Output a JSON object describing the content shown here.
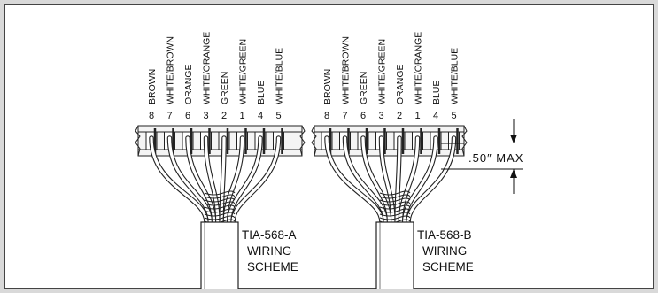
{
  "diagrams": [
    {
      "id": "a",
      "colors": [
        "BROWN",
        "WHITE/BROWN",
        "ORANGE",
        "WHITE/ORANGE",
        "GREEN",
        "WHITE/GREEN",
        "BLUE",
        "WHITE/BLUE"
      ],
      "pins": [
        "8",
        "7",
        "6",
        "3",
        "2",
        "1",
        "4",
        "5"
      ],
      "caption": [
        "TIA-568-A",
        "WIRING",
        "SCHEME"
      ]
    },
    {
      "id": "b",
      "colors": [
        "BROWN",
        "WHITE/BROWN",
        "GREEN",
        "WHITE/GREEN",
        "ORANGE",
        "WHITE/ORANGE",
        "BLUE",
        "WHITE/BLUE"
      ],
      "pins": [
        "8",
        "7",
        "6",
        "3",
        "2",
        "1",
        "4",
        "5"
      ],
      "caption": [
        "TIA-568-B",
        "WIRING",
        "SCHEME"
      ]
    }
  ],
  "dimension": {
    "label": ".50″  MAX"
  }
}
